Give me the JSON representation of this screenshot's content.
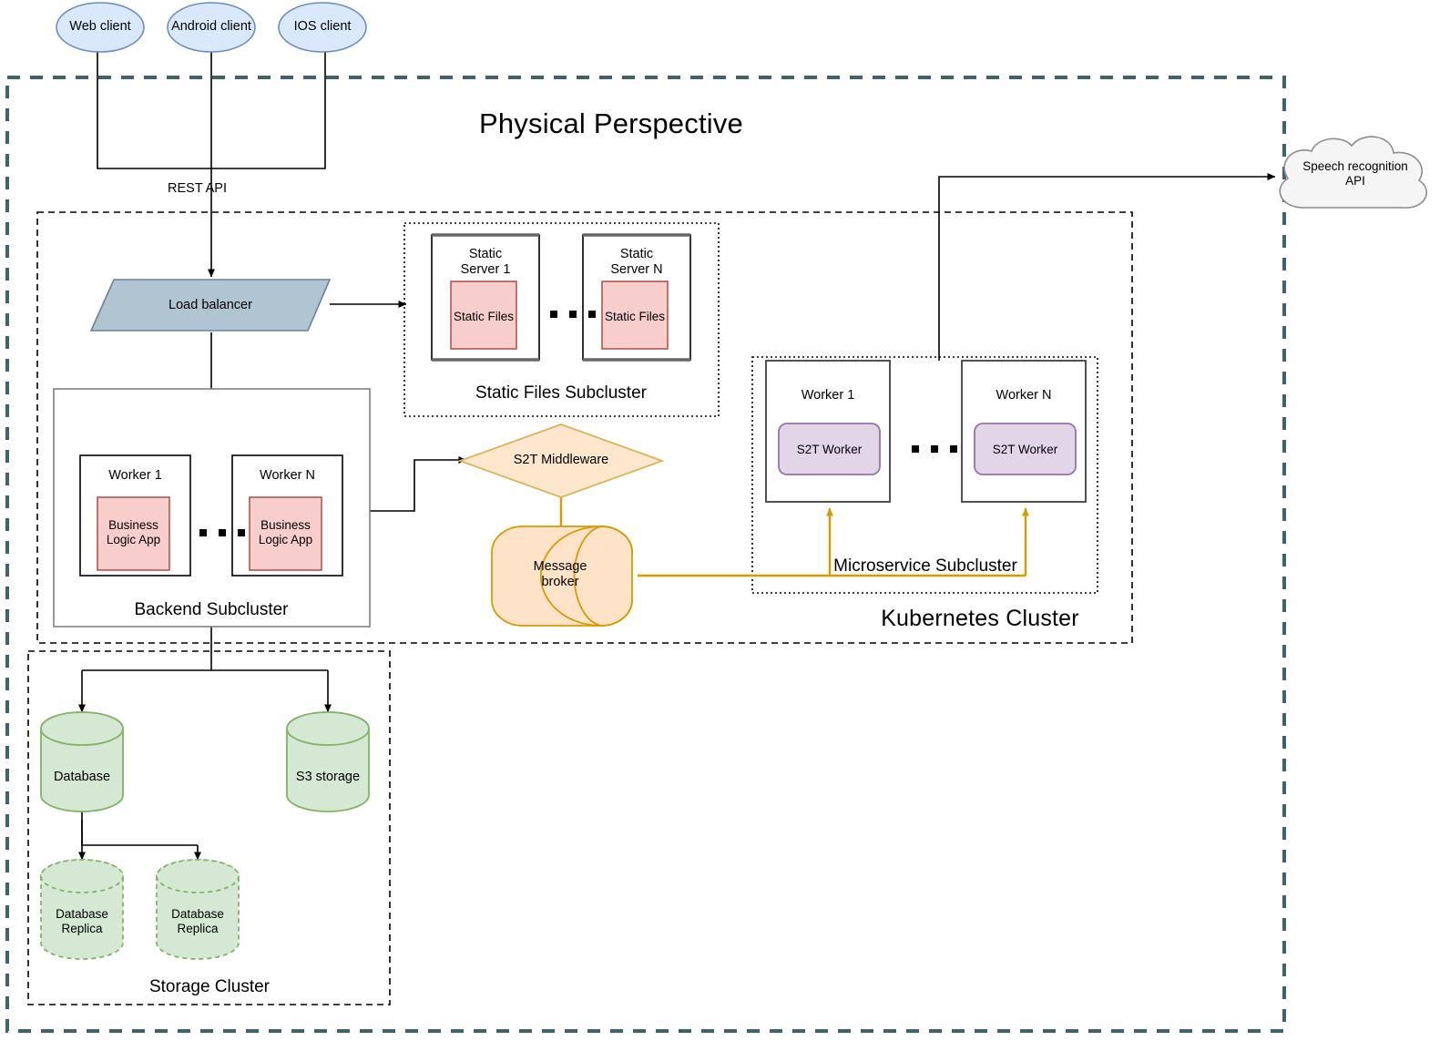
{
  "diagram": {
    "title": "Physical Perspective",
    "clients": [
      {
        "id": "web-client",
        "label": "Web client"
      },
      {
        "id": "android-client",
        "label": "Android client"
      },
      {
        "id": "ios-client",
        "label": "IOS client"
      }
    ],
    "edge_labels": {
      "rest_api": "REST API"
    },
    "load_balancer": {
      "label": "Load balancer"
    },
    "static_files_subcluster": {
      "label": "Static Files Subcluster",
      "servers": [
        {
          "title": "Static\nServer 1",
          "inner": "Static Files"
        },
        {
          "title": "Static\nServer N",
          "inner": "Static Files"
        }
      ],
      "ellipsis": "..."
    },
    "backend_subcluster": {
      "label": "Backend Subcluster",
      "workers": [
        {
          "title": "Worker 1",
          "inner": "Business\nLogic App"
        },
        {
          "title": "Worker N",
          "inner": "Business\nLogic App"
        }
      ],
      "ellipsis": "..."
    },
    "middleware": {
      "label": "S2T Middleware"
    },
    "message_broker": {
      "label": "Message\nbroker"
    },
    "kubernetes_cluster": {
      "label": "Kubernetes Cluster",
      "microservice_subcluster": {
        "label": "Microservice Subcluster",
        "workers": [
          {
            "title": "Worker 1",
            "inner": "S2T Worker"
          },
          {
            "title": "Worker N",
            "inner": "S2T Worker"
          }
        ],
        "ellipsis": "..."
      }
    },
    "storage_cluster": {
      "label": "Storage Cluster",
      "nodes": [
        {
          "id": "database",
          "label": "Database"
        },
        {
          "id": "s3-storage",
          "label": "S3 storage"
        },
        {
          "id": "database-replica-1",
          "label": "Database\nReplica"
        },
        {
          "id": "database-replica-2",
          "label": "Database\nReplica"
        }
      ]
    },
    "external": {
      "speech_api": {
        "label": "Speech recognition\nAPI"
      }
    },
    "colors": {
      "outer_border": "#41626b",
      "client_fill": "#dae8fc",
      "client_stroke": "#6c8ebf",
      "load_balancer_fill": "#b1c4d2",
      "load_balancer_stroke": "#6d8293",
      "app_fill": "#f8cecc",
      "app_stroke": "#b85450",
      "middleware_fill": "#ffe6cc",
      "middleware_stroke": "#d6b656",
      "broker_fill": "#ffe3c8",
      "broker_stroke": "#d79b00",
      "worker_fill": "#e1d5e7",
      "worker_stroke": "#9673a6",
      "storage_fill": "#d5e8d4",
      "storage_stroke": "#82b366",
      "cloud_fill": "#f5f5f5",
      "cloud_stroke": "#8c8c8c",
      "line": "#000000",
      "orange_line": "#d79b00"
    }
  }
}
